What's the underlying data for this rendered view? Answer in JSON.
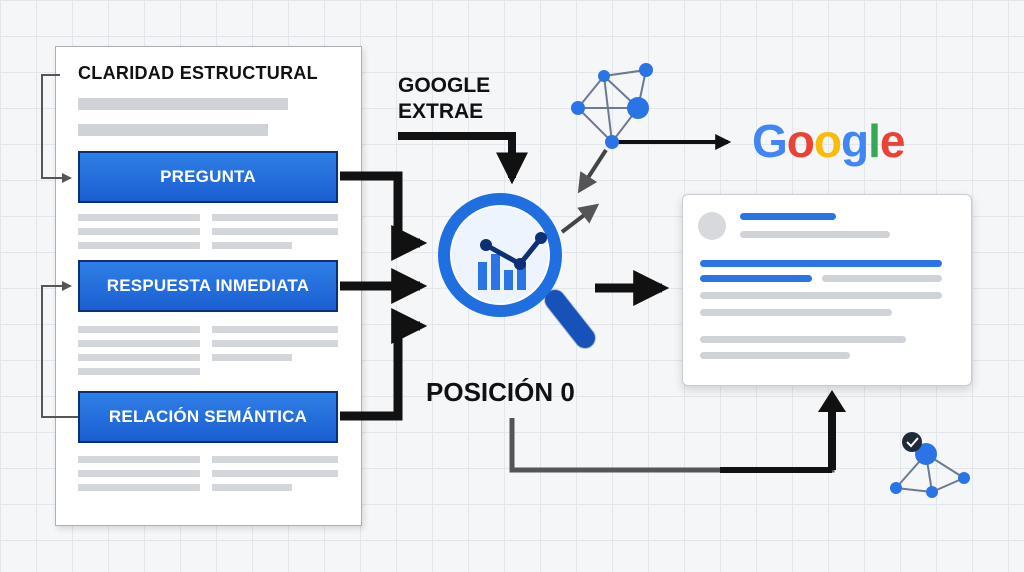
{
  "document": {
    "title": "CLARIDAD ESTRUCTURAL",
    "boxes": [
      "PREGUNTA",
      "RESPUESTA INMEDIATA",
      "RELACIÓN SEMÁNTICA"
    ]
  },
  "center": {
    "google_label_line1": "GOOGLE",
    "google_label_line2": "EXTRAE",
    "position_label": "POSICIÓN 0"
  },
  "brand": {
    "letters": [
      "G",
      "o",
      "o",
      "g",
      "l",
      "e"
    ],
    "colors": [
      "#4285F4",
      "#EA4335",
      "#FBBC05",
      "#4285F4",
      "#34A853",
      "#EA4335"
    ]
  },
  "colors": {
    "accent_blue": "#1f6fe0",
    "dark_navy": "#0d2f73",
    "arrow_dark": "#111111"
  }
}
